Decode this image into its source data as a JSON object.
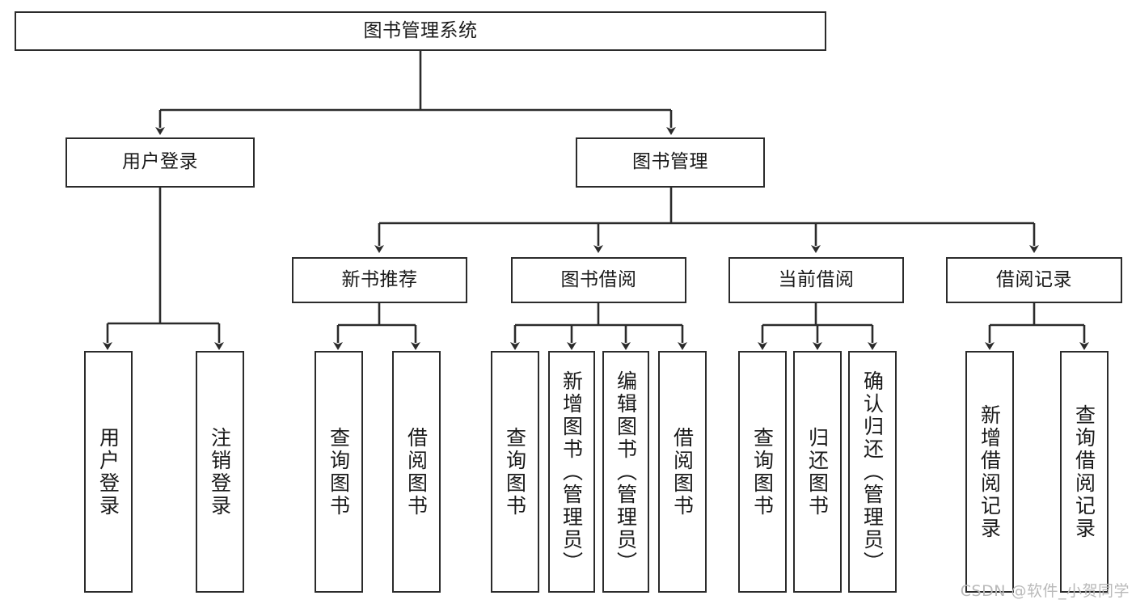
{
  "diagram": {
    "type": "tree",
    "title": "图书管理系统",
    "colors": {
      "stroke": "#2b2b2b",
      "background": "#ffffff",
      "text": "#1a1a1a",
      "watermark": "#b9b9b9"
    },
    "root": {
      "label": "图书管理系统"
    },
    "level2": [
      {
        "label": "用户登录"
      },
      {
        "label": "图书管理"
      }
    ],
    "level3": [
      {
        "label": "新书推荐"
      },
      {
        "label": "图书借阅"
      },
      {
        "label": "当前借阅"
      },
      {
        "label": "借阅记录"
      }
    ],
    "leaves": {
      "user_login": [
        {
          "label": "用户登录"
        },
        {
          "label": "注销登录"
        }
      ],
      "new_book": [
        {
          "label": "查询图书"
        },
        {
          "label": "借阅图书"
        }
      ],
      "book_borrow": [
        {
          "label": "查询图书"
        },
        {
          "label": "新增图书（管理员）"
        },
        {
          "label": "编辑图书（管理员）"
        },
        {
          "label": "借阅图书"
        }
      ],
      "current_borrow": [
        {
          "label": "查询图书"
        },
        {
          "label": "归还图书"
        },
        {
          "label": "确认归还（管理员）"
        }
      ],
      "borrow_record": [
        {
          "label": "新增借阅记录"
        },
        {
          "label": "查询借阅记录"
        }
      ]
    },
    "watermark": "CSDN @软件_小贺同学"
  }
}
